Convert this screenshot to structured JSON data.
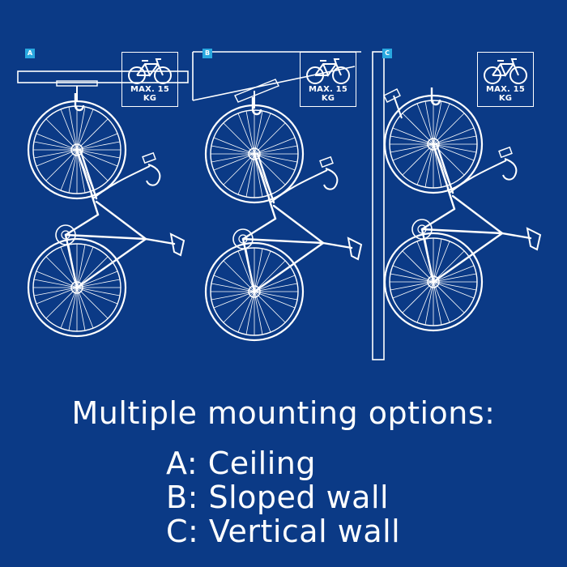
{
  "panels": [
    {
      "tag": "A",
      "max_load": "MAX. 15 KG"
    },
    {
      "tag": "B",
      "max_load": "MAX. 15 KG"
    },
    {
      "tag": "C",
      "max_load": "MAX. 15 KG"
    }
  ],
  "headline": "Multiple mounting options:",
  "options": [
    "A: Ceiling",
    "B: Sloped wall",
    "C: Vertical wall"
  ],
  "colors": {
    "background": "#0b3a86",
    "line": "#ffffff",
    "tag": "#29a8e0"
  }
}
